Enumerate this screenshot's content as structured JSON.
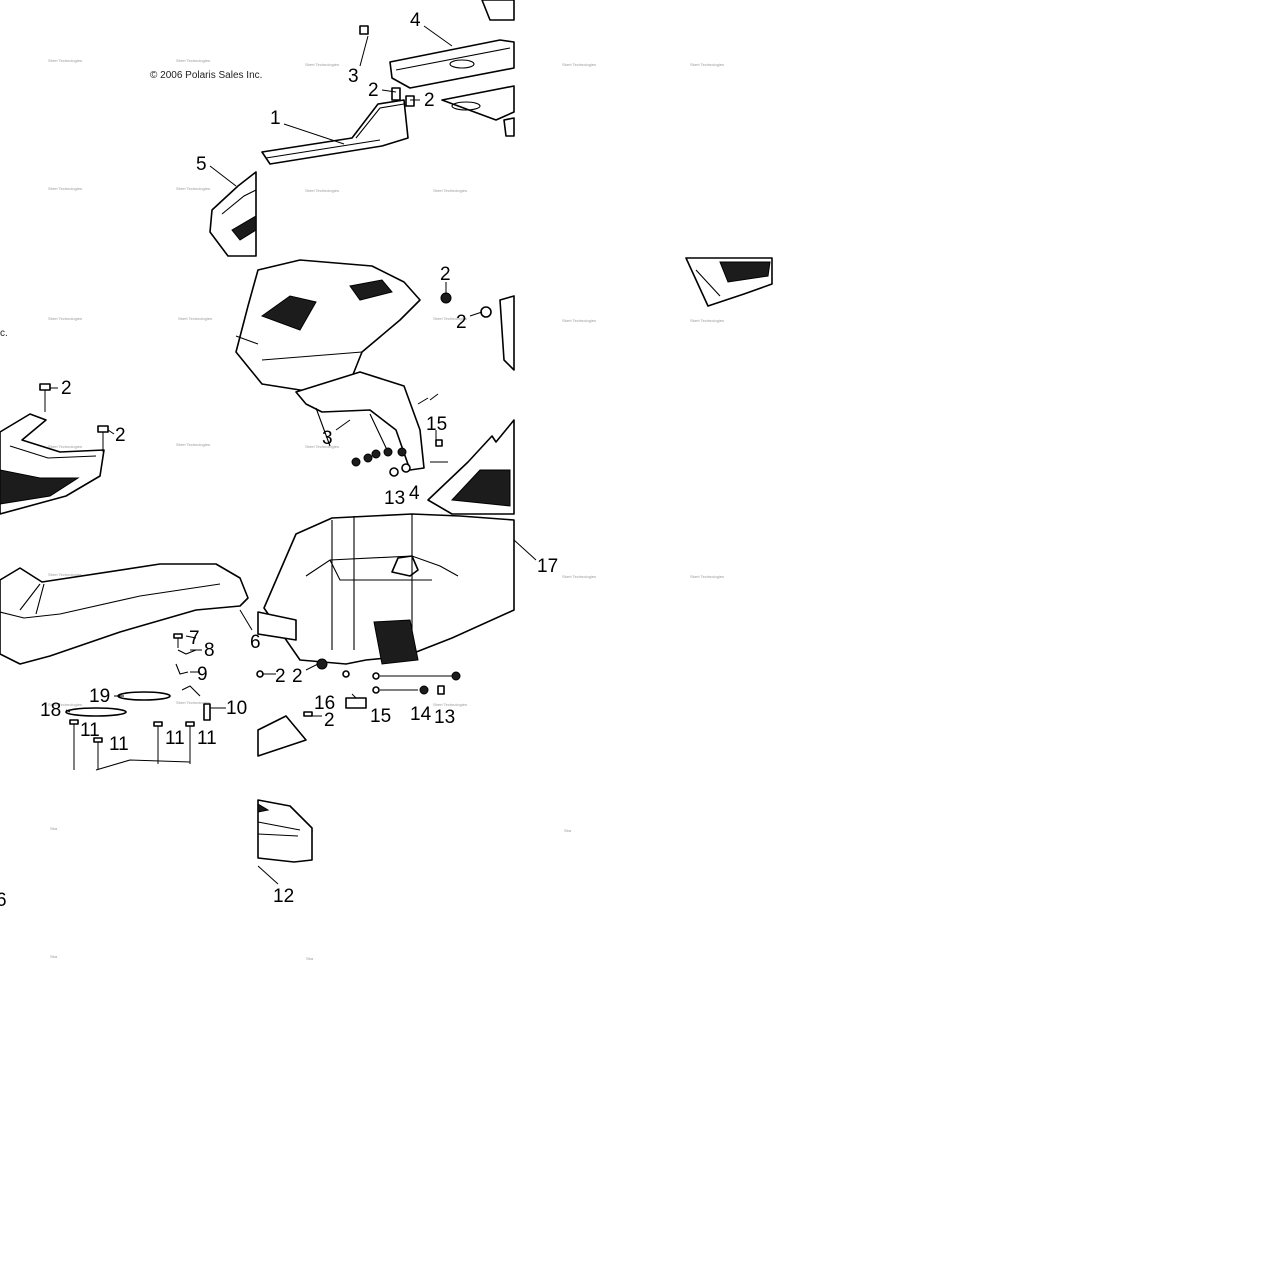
{
  "copyright": "© 2006 Polaris Sales Inc.",
  "copyright_fragment": "c.",
  "watermark": "Sbert Technologies",
  "watermark_short": "Sba",
  "callouts": [
    {
      "id": "c-1",
      "label": "1"
    },
    {
      "id": "c-2a",
      "label": "2"
    },
    {
      "id": "c-2b",
      "label": "2"
    },
    {
      "id": "c-3a",
      "label": "3"
    },
    {
      "id": "c-4",
      "label": "4"
    },
    {
      "id": "c-5",
      "label": "5"
    },
    {
      "id": "c-2c",
      "label": "2"
    },
    {
      "id": "c-2d",
      "label": "2"
    },
    {
      "id": "c-2e",
      "label": "2"
    },
    {
      "id": "c-2f",
      "label": "2"
    },
    {
      "id": "c-3b",
      "label": "3"
    },
    {
      "id": "c-15a",
      "label": "15"
    },
    {
      "id": "c-13a",
      "label": "13"
    },
    {
      "id": "c-14a",
      "label": "4"
    },
    {
      "id": "c-17",
      "label": "17"
    },
    {
      "id": "c-6a",
      "label": "6"
    },
    {
      "id": "c-7",
      "label": "7"
    },
    {
      "id": "c-8",
      "label": "8"
    },
    {
      "id": "c-9",
      "label": "9"
    },
    {
      "id": "c-10",
      "label": "10"
    },
    {
      "id": "c-19",
      "label": "19"
    },
    {
      "id": "c-18",
      "label": "18"
    },
    {
      "id": "c-11a",
      "label": "11"
    },
    {
      "id": "c-11b",
      "label": "11"
    },
    {
      "id": "c-11c",
      "label": "11"
    },
    {
      "id": "c-11d",
      "label": "11"
    },
    {
      "id": "c-2g",
      "label": "2"
    },
    {
      "id": "c-2h",
      "label": "2"
    },
    {
      "id": "c-16",
      "label": "16"
    },
    {
      "id": "c-2i",
      "label": "2"
    },
    {
      "id": "c-15b",
      "label": "15"
    },
    {
      "id": "c-14b",
      "label": "14"
    },
    {
      "id": "c-13b",
      "label": "13"
    },
    {
      "id": "c-12",
      "label": "12"
    },
    {
      "id": "c-6b",
      "label": "6"
    }
  ]
}
